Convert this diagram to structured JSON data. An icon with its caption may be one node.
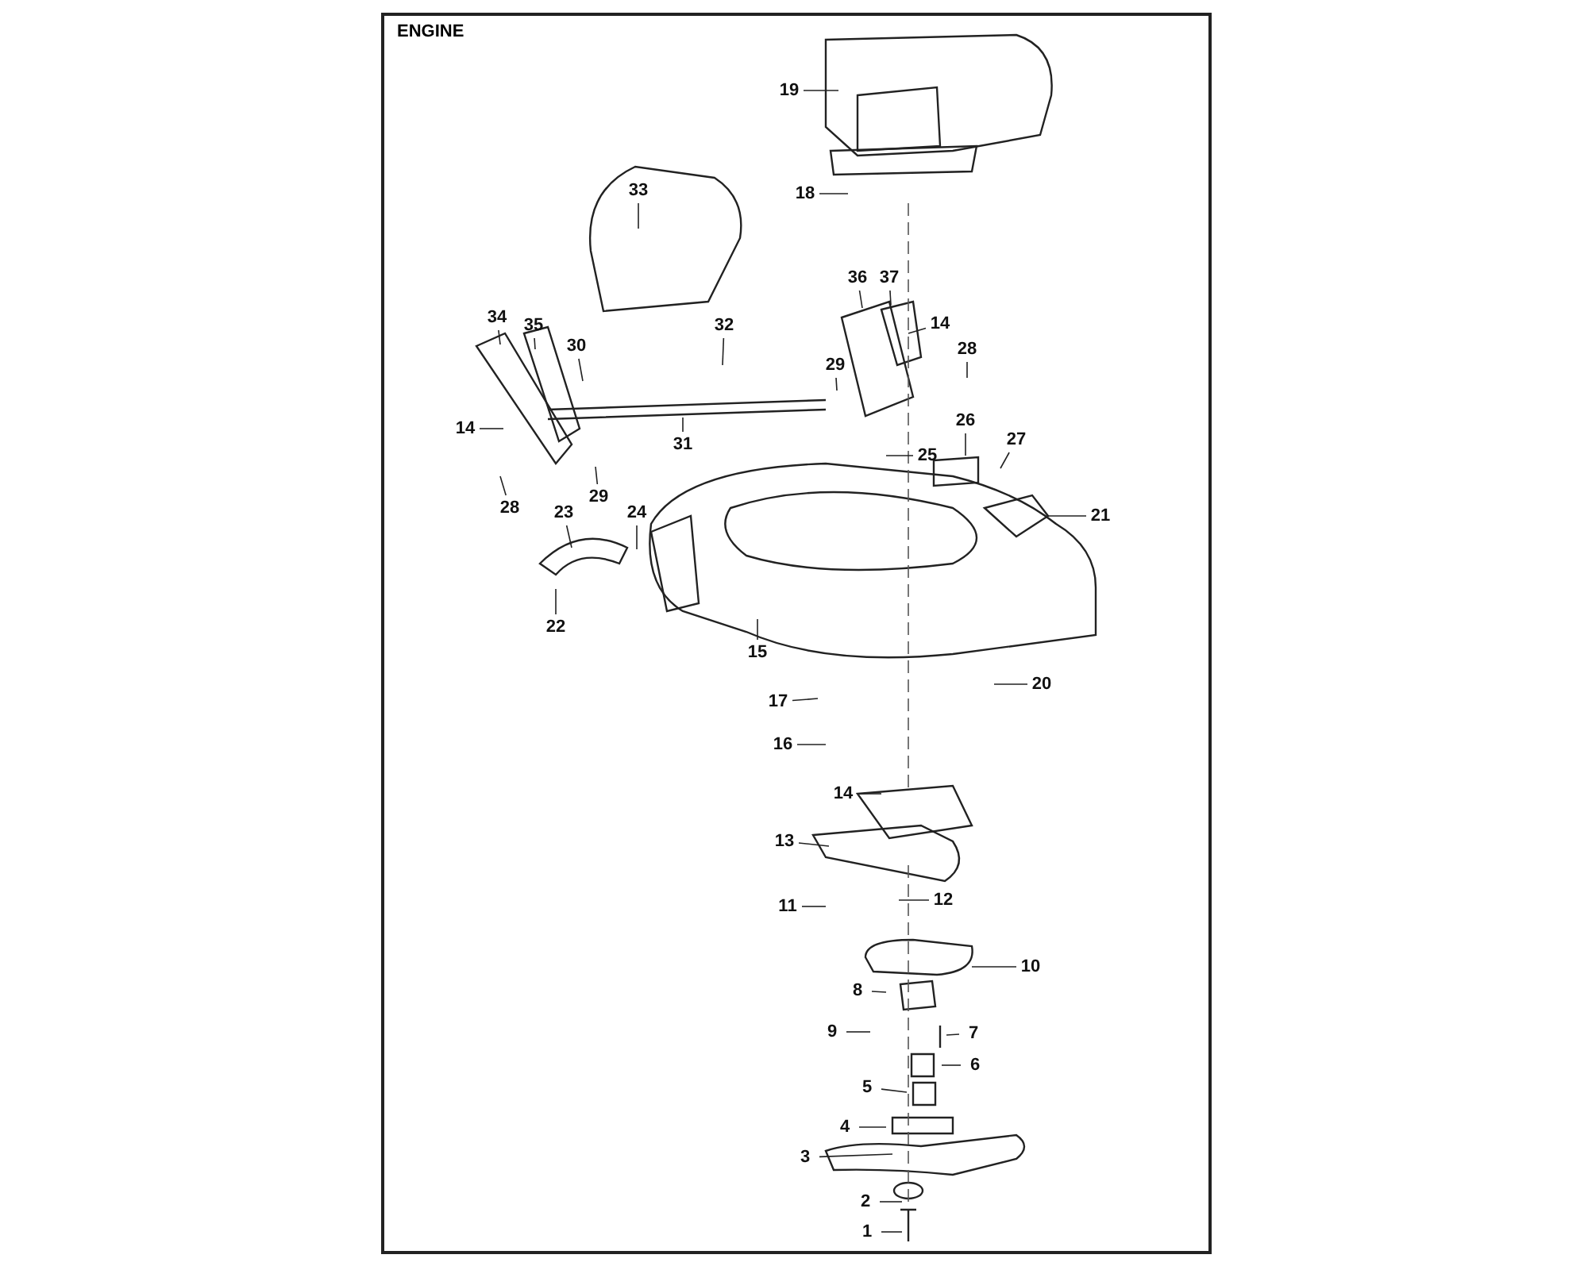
{
  "diagram": {
    "title": "ENGINE",
    "nodes": [
      {
        "text": [
          "19"
        ]
      },
      {
        "text": [
          "33"
        ]
      },
      {
        "text": [
          "18"
        ]
      },
      {
        "text": [
          "36"
        ]
      },
      {
        "text": [
          "37"
        ]
      },
      {
        "text": [
          "34"
        ]
      },
      {
        "text": [
          "14"
        ]
      },
      {
        "text": [
          "35"
        ]
      },
      {
        "text": [
          "32"
        ]
      },
      {
        "text": [
          "30"
        ]
      },
      {
        "text": [
          "28"
        ]
      },
      {
        "text": [
          "29"
        ]
      },
      {
        "text": [
          "14"
        ]
      },
      {
        "text": [
          "26"
        ]
      },
      {
        "text": [
          "31"
        ]
      },
      {
        "text": [
          "27"
        ]
      },
      {
        "text": [
          "25"
        ]
      },
      {
        "text": [
          "29"
        ]
      },
      {
        "text": [
          "28"
        ]
      },
      {
        "text": [
          "24"
        ]
      },
      {
        "text": [
          "23"
        ]
      },
      {
        "text": [
          "21"
        ]
      },
      {
        "text": [
          "22"
        ]
      },
      {
        "text": [
          "15"
        ]
      },
      {
        "text": [
          "20"
        ]
      },
      {
        "text": [
          "17"
        ]
      },
      {
        "text": [
          "16"
        ]
      },
      {
        "text": [
          "14"
        ]
      },
      {
        "text": [
          "13"
        ]
      },
      {
        "text": [
          "12"
        ]
      },
      {
        "text": [
          "11"
        ]
      },
      {
        "text": [
          "10"
        ]
      },
      {
        "text": [
          "8"
        ]
      },
      {
        "text": [
          "9"
        ]
      },
      {
        "text": [
          "7"
        ]
      },
      {
        "text": [
          "6"
        ]
      },
      {
        "text": [
          "5"
        ]
      },
      {
        "text": [
          "4"
        ]
      },
      {
        "text": [
          "3"
        ]
      },
      {
        "text": [
          "2"
        ]
      },
      {
        "text": [
          "1"
        ]
      }
    ],
    "edges": [
      {
        "from": 0,
        "to": null,
        "arrow": "none"
      },
      {
        "from": 1,
        "to": null,
        "arrow": "none"
      },
      {
        "from": 2,
        "to": null,
        "arrow": "none"
      },
      {
        "from": 3,
        "to": null,
        "arrow": "none"
      },
      {
        "from": 4,
        "to": null,
        "arrow": "none"
      },
      {
        "from": 5,
        "to": null,
        "arrow": "none"
      },
      {
        "from": 6,
        "to": null,
        "arrow": "none"
      },
      {
        "from": 7,
        "to": null,
        "arrow": "none"
      },
      {
        "from": 8,
        "to": null,
        "arrow": "none"
      },
      {
        "from": 9,
        "to": null,
        "arrow": "none"
      },
      {
        "from": 10,
        "to": null,
        "arrow": "none"
      },
      {
        "from": 11,
        "to": null,
        "arrow": "none"
      },
      {
        "from": 12,
        "to": null,
        "arrow": "none"
      },
      {
        "from": 13,
        "to": null,
        "arrow": "none"
      },
      {
        "from": 14,
        "to": null,
        "arrow": "none"
      },
      {
        "from": 15,
        "to": null,
        "arrow": "none"
      },
      {
        "from": 16,
        "to": null,
        "arrow": "none"
      },
      {
        "from": 17,
        "to": null,
        "arrow": "none"
      },
      {
        "from": 18,
        "to": null,
        "arrow": "none"
      },
      {
        "from": 19,
        "to": null,
        "arrow": "none"
      },
      {
        "from": 20,
        "to": null,
        "arrow": "none"
      },
      {
        "from": 21,
        "to": null,
        "arrow": "none"
      },
      {
        "from": 22,
        "to": null,
        "arrow": "none"
      },
      {
        "from": 23,
        "to": null,
        "arrow": "none"
      },
      {
        "from": 24,
        "to": null,
        "arrow": "none"
      },
      {
        "from": 25,
        "to": null,
        "arrow": "none"
      },
      {
        "from": 26,
        "to": null,
        "arrow": "none"
      },
      {
        "from": 27,
        "to": null,
        "arrow": "none"
      },
      {
        "from": 28,
        "to": null,
        "arrow": "none"
      },
      {
        "from": 29,
        "to": null,
        "arrow": "none"
      },
      {
        "from": 30,
        "to": null,
        "arrow": "none"
      },
      {
        "from": 31,
        "to": null,
        "arrow": "none"
      },
      {
        "from": 32,
        "to": null,
        "arrow": "none"
      },
      {
        "from": 33,
        "to": null,
        "arrow": "none"
      },
      {
        "from": 34,
        "to": null,
        "arrow": "none"
      },
      {
        "from": 35,
        "to": null,
        "arrow": "none"
      },
      {
        "from": 36,
        "to": null,
        "arrow": "none"
      },
      {
        "from": 37,
        "to": null,
        "arrow": "none"
      },
      {
        "from": 38,
        "to": null,
        "arrow": "none"
      },
      {
        "from": 39,
        "to": null,
        "arrow": "none"
      },
      {
        "from": 40,
        "to": null,
        "arrow": "none"
      }
    ]
  }
}
